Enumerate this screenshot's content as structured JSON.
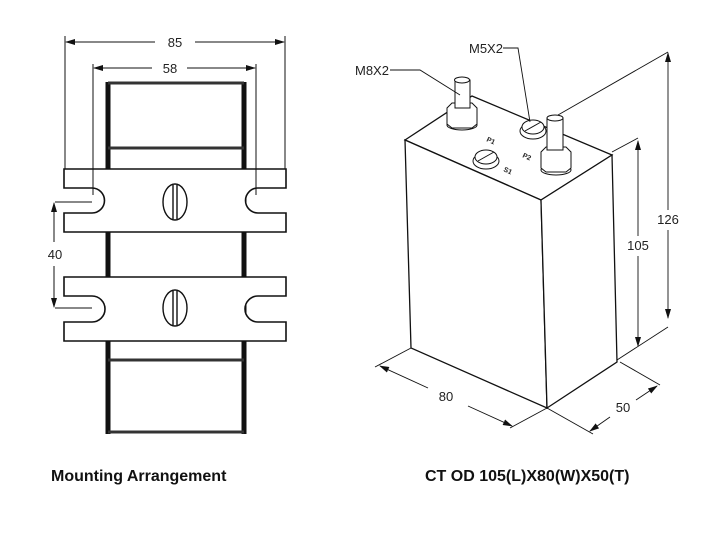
{
  "mounting": {
    "caption": "Mounting Arrangement",
    "dim_overall_width": "85",
    "dim_inner_width": "58",
    "dim_plate_spacing": "40"
  },
  "ct": {
    "caption": "CT OD 105(L)X80(W)X50(T)",
    "stud_label": "M8X2",
    "screw_label": "M5X2",
    "dim_height": "105",
    "dim_total_height": "126",
    "dim_width": "80",
    "dim_thickness": "50",
    "terminal_p1": "P1",
    "terminal_p2": "P2",
    "terminal_s1": "S1"
  }
}
